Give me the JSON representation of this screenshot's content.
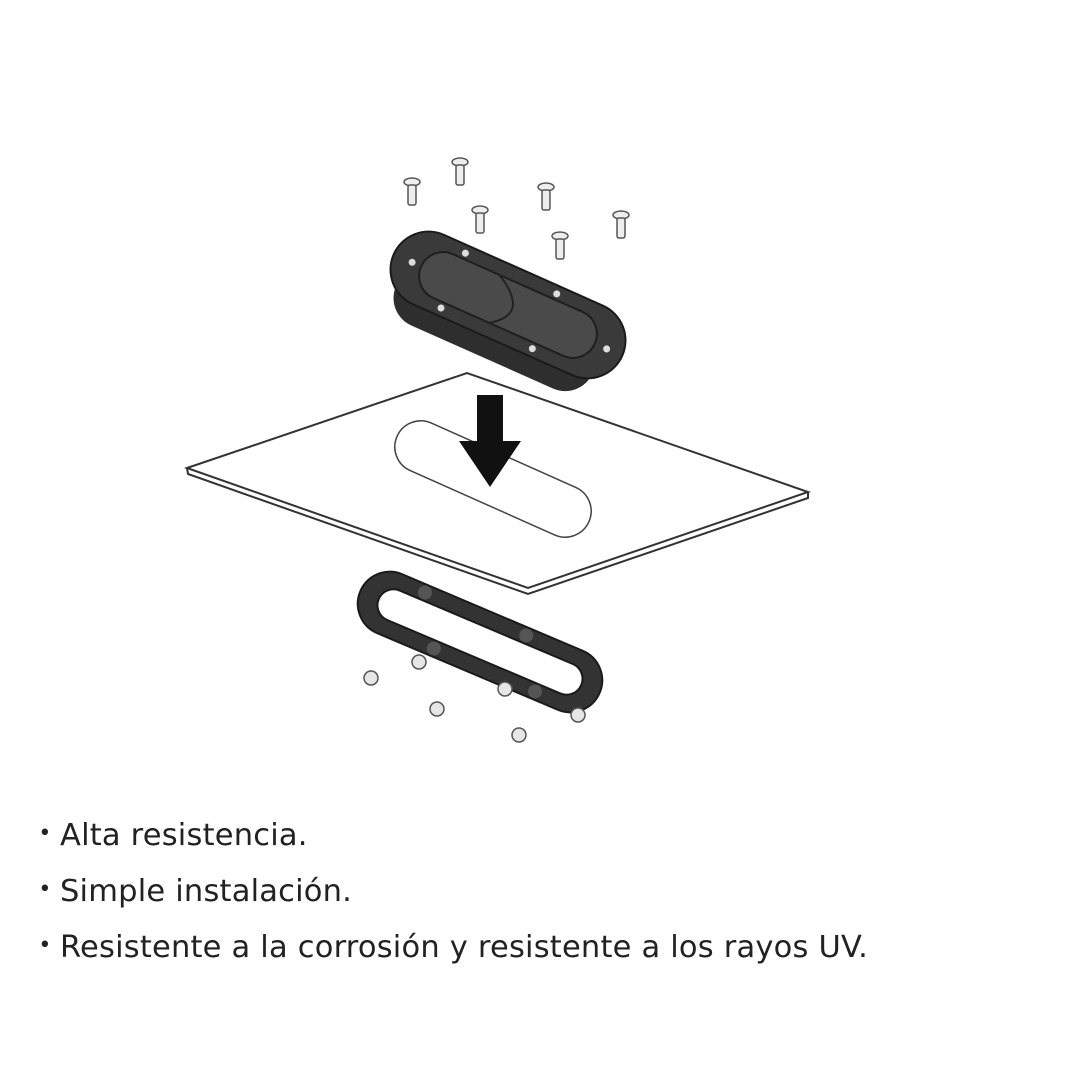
{
  "diagram": {
    "title_icon": "hood-latch-exploded-installation-diagram",
    "parts": [
      "screws",
      "flush-latch",
      "panel",
      "arrow-down",
      "backing-ring",
      "nuts"
    ],
    "colors": {
      "part": "#2b2b2b",
      "line": "#333333",
      "hardware": "#e8e8e8"
    }
  },
  "features": [
    {
      "bullet": "•",
      "text": "Alta resistencia."
    },
    {
      "bullet": "•",
      "text": "Simple instalación."
    },
    {
      "bullet": "•",
      "text": "Resistente a la corrosión y resistente a los rayos UV."
    }
  ]
}
